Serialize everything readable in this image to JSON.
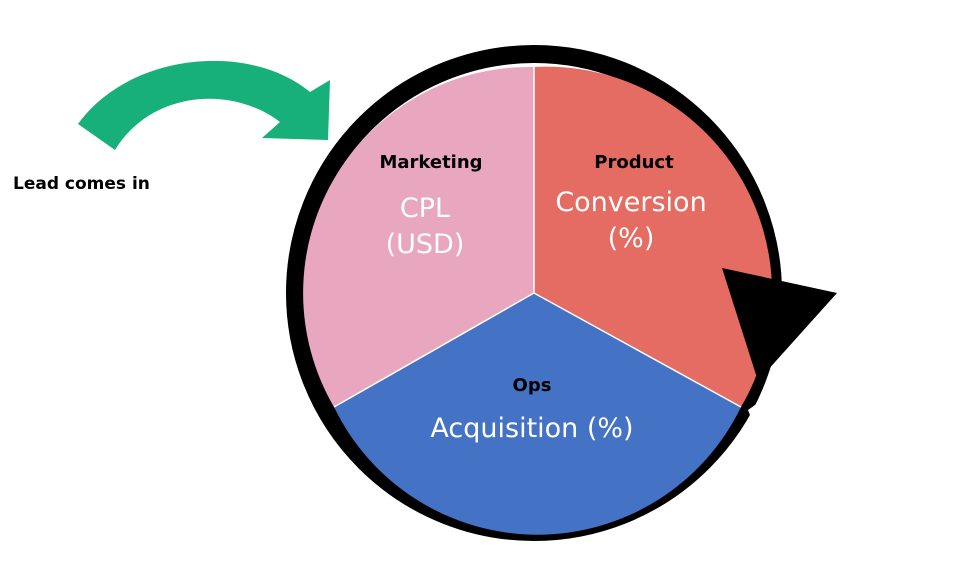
{
  "lead_label": "Lead comes in",
  "segments": {
    "marketing": {
      "title": "Marketing",
      "metric_line1": "CPL",
      "metric_line2": "(USD)",
      "color": "#E8A6BF"
    },
    "product": {
      "title": "Product",
      "metric_line1": "Conversion",
      "metric_line2": "(%)",
      "color": "#E46C62"
    },
    "ops": {
      "title": "Ops",
      "metric_line1": "Acquisition (%)",
      "color": "#4472C4"
    }
  },
  "colors": {
    "entry_arrow": "#17B07A",
    "cycle_ring": "#000000",
    "background": "#FFFFFF"
  },
  "icons": {
    "entry_arrow": "curved-arrow-right-icon",
    "cycle_arrowhead": "arrowhead-down-icon"
  }
}
